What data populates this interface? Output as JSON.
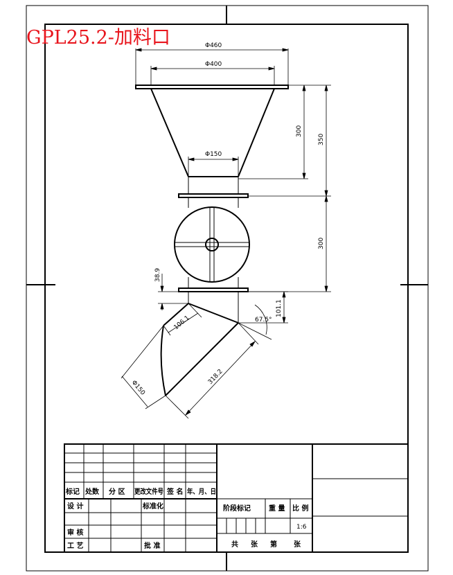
{
  "title": "GPL25.2-加料口",
  "dimensions": {
    "d460": "Φ460",
    "d400": "Φ400",
    "d150": "Φ150",
    "d300": "300",
    "d350": "350",
    "d300b": "300",
    "d38_9": "38.9",
    "d101_1": "101.1",
    "d106_1": "106.1",
    "a67_5": "67.5°",
    "d318_2": "318.2",
    "d150b": "Φ150"
  },
  "title_block": {
    "biaoji": "标记",
    "chushu": "处数",
    "fenqu": "分 区",
    "gengai": "更改文件号",
    "qianming": "签 名",
    "nianyueri": "年、月、日",
    "sheji": "设 计",
    "biaozhunhua": "标准化",
    "shenhe": "审 核",
    "gongyi": "工 艺",
    "pizhun": "批 准",
    "jieduan": "阶段标记",
    "zhongliang": "重 量",
    "bili": "比 例",
    "scale": "1:6",
    "gong": "共",
    "zhang1": "张",
    "di": "第",
    "zhang2": "张"
  }
}
